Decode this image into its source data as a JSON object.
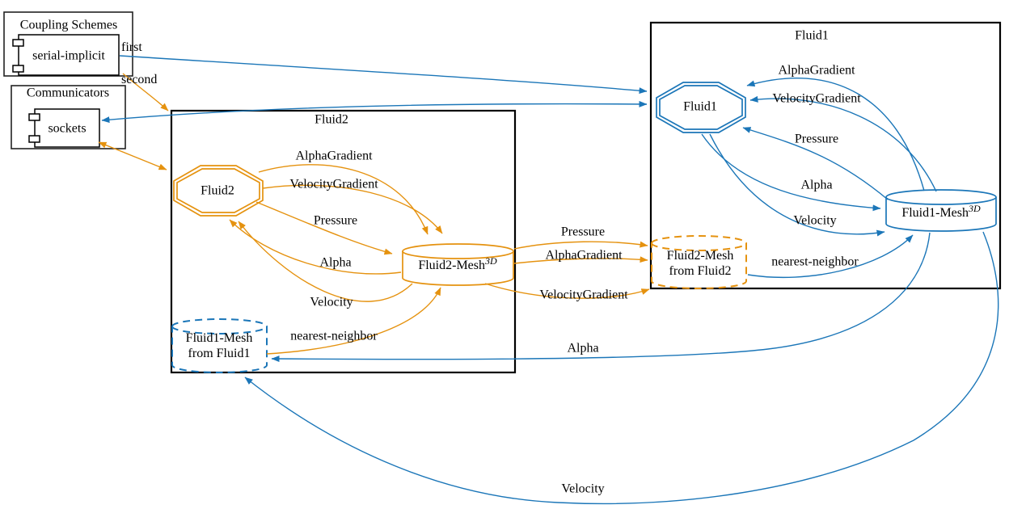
{
  "colors": {
    "blue": "#1B76B8",
    "orange": "#E5920F",
    "black": "#000000"
  },
  "coupling": {
    "group_title": "Coupling Schemes",
    "scheme": "serial-implicit",
    "first_label": "first",
    "second_label": "second"
  },
  "communicators": {
    "group_title": "Communicators",
    "name": "sockets"
  },
  "fluid2": {
    "box_title": "Fluid2",
    "participant": "Fluid2",
    "mesh_name": "Fluid2-Mesh",
    "mesh_dims": "3D",
    "received_mesh_line1": "Fluid1-Mesh",
    "received_mesh_line2": "from Fluid1",
    "write_labels": [
      "AlphaGradient",
      "VelocityGradient",
      "Pressure"
    ],
    "read_labels": [
      "Alpha",
      "Velocity"
    ],
    "mapping_label": "nearest-neighbor"
  },
  "fluid1": {
    "box_title": "Fluid1",
    "participant": "Fluid1",
    "mesh_name": "Fluid1-Mesh",
    "mesh_dims": "3D",
    "received_mesh_line1": "Fluid2-Mesh",
    "received_mesh_line2": "from Fluid2",
    "read_labels": [
      "AlphaGradient",
      "VelocityGradient",
      "Pressure"
    ],
    "write_labels": [
      "Alpha",
      "Velocity"
    ],
    "mapping_label": "nearest-neighbor"
  },
  "exchanges": {
    "fluid2_to_fluid1": [
      "Pressure",
      "AlphaGradient",
      "VelocityGradient"
    ],
    "fluid1_to_fluid2": [
      "Alpha",
      "Velocity"
    ]
  }
}
